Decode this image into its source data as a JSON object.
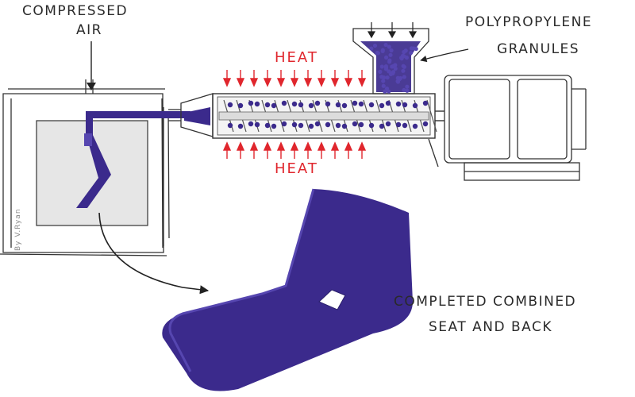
{
  "labels": {
    "air_line1": "COMPRESSED",
    "air_line2": "AIR",
    "heat_top": "HEAT",
    "heat_bottom": "HEAT",
    "granules_line1": "POLYPROPYLENE",
    "granules_line2": "GRANULES",
    "result_line1": "COMPLETED COMBINED",
    "result_line2": "SEAT AND BACK",
    "credit": "By V.Ryan"
  },
  "colors": {
    "plastic": "#3b2a8c",
    "plastic_light": "#5646b0",
    "heat": "#e0262d",
    "outline": "#333333",
    "mould_fill": "#e6e6e6"
  }
}
